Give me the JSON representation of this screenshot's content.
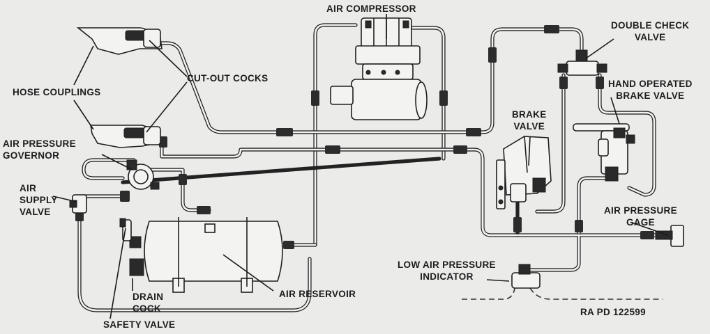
{
  "labels": {
    "air_compressor": "AIR COMPRESSOR",
    "double_check_valve": "DOUBLE CHECK\nVALVE",
    "hand_operated_brake_valve": "HAND OPERATED\nBRAKE VALVE",
    "hose_couplings": "HOSE COUPLINGS",
    "cut_out_cocks": "CUT-OUT COCKS",
    "brake_valve": "BRAKE\nVALVE",
    "air_pressure_governor": "AIR PRESSURE\nGOVERNOR",
    "air_supply_valve": "AIR\nSUPPLY\nVALVE",
    "air_pressure_gage": "AIR PRESSURE\nGAGE",
    "low_air_pressure_indicator": "LOW AIR PRESSURE\nINDICATOR",
    "drain_cock": "DRAIN\nCOCK",
    "air_reservoir": "AIR RESERVOIR",
    "safety_valve": "SAFETY VALVE",
    "figure_id": "RA PD 122599"
  }
}
